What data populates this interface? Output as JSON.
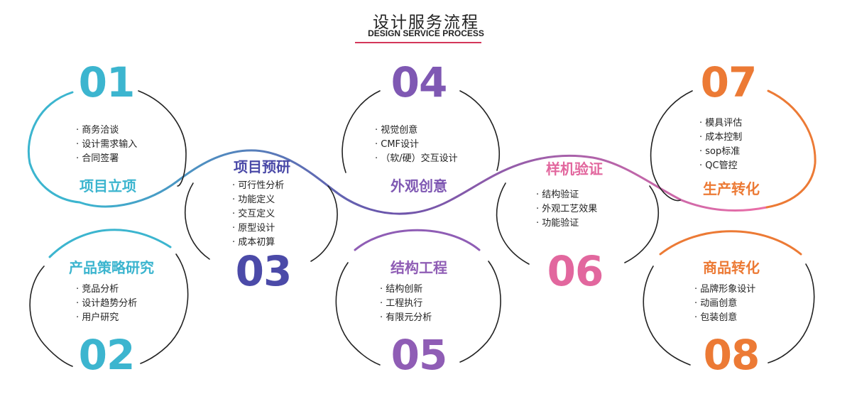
{
  "header": {
    "title": "设计服务流程",
    "subtitle": "DESIGN SERVICE PROCESS"
  },
  "colors": {
    "stage1": "#3cb5cf",
    "stage2": "#3cb5cf",
    "stage3": "#4b4aa8",
    "stage4": "#7f58b3",
    "stage5": "#8f5db5",
    "stage6": "#e2679e",
    "stage7": "#ec7a35",
    "stage8": "#ec7a35",
    "wave_start": "#3cb5cf",
    "wave_mid": "#6a54ab",
    "wave_end": "#ec6fa8"
  },
  "stages": [
    {
      "num": "01",
      "title": "项目立项",
      "items": [
        "商务洽谈",
        "设计需求输入",
        "合同签署"
      ]
    },
    {
      "num": "02",
      "title": "产品策略研究",
      "items": [
        "竞品分析",
        "设计趋势分析",
        "用户研究"
      ]
    },
    {
      "num": "03",
      "title": "项目预研",
      "items": [
        "可行性分析",
        "功能定义",
        "交互定义",
        "原型设计",
        "成本初算"
      ]
    },
    {
      "num": "04",
      "title": "外观创意",
      "items": [
        "视觉创意",
        "CMF设计",
        "（软/硬）交互设计"
      ]
    },
    {
      "num": "05",
      "title": "结构工程",
      "items": [
        "结构创新",
        "工程执行",
        "有限元分析"
      ]
    },
    {
      "num": "06",
      "title": "样机验证",
      "items": [
        "结构验证",
        "外观工艺效果",
        "功能验证"
      ]
    },
    {
      "num": "07",
      "title": "生产转化",
      "items": [
        "模具评估",
        "成本控制",
        "sop标准",
        "QC管控"
      ]
    },
    {
      "num": "08",
      "title": "商品转化",
      "items": [
        "品牌形象设计",
        "动画创意",
        "包装创意"
      ]
    }
  ]
}
